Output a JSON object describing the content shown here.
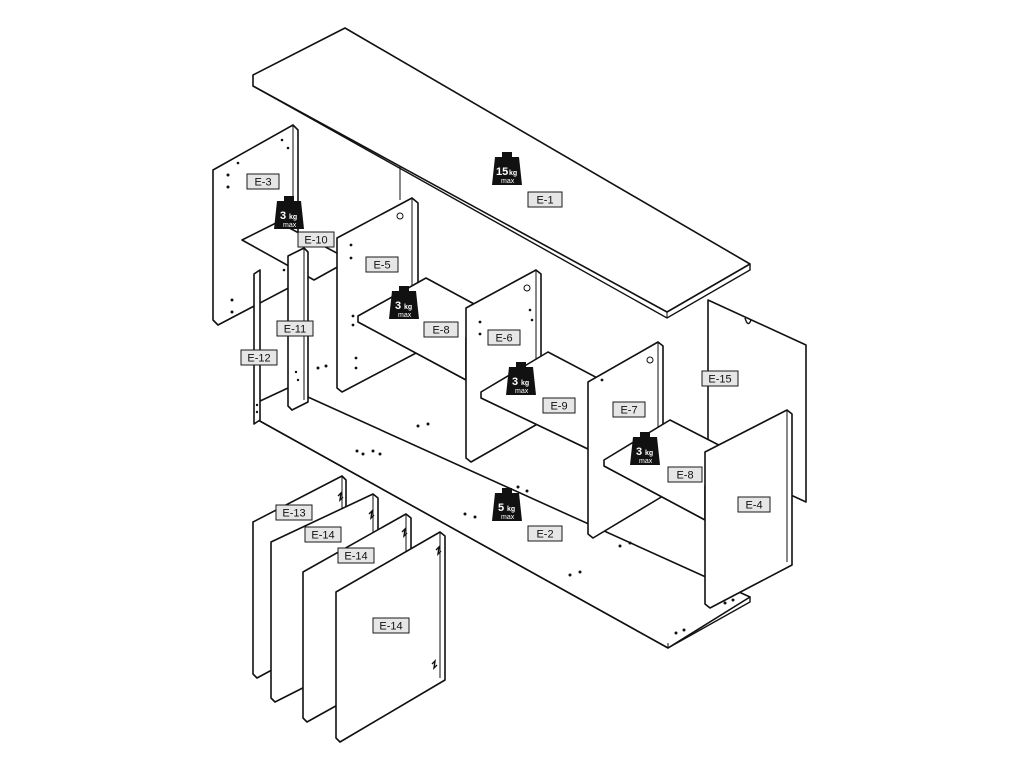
{
  "parts": {
    "e1": "E-1",
    "e2": "E-2",
    "e3": "E-3",
    "e4": "E-4",
    "e5": "E-5",
    "e6": "E-6",
    "e7": "E-7",
    "e8a": "E-8",
    "e8b": "E-8",
    "e9": "E-9",
    "e10": "E-10",
    "e11": "E-11",
    "e12": "E-12",
    "e13": "E-13",
    "e14a": "E-14",
    "e14b": "E-14",
    "e14c": "E-14",
    "e15": "E-15"
  },
  "weights": {
    "top": {
      "value": "15",
      "unit": "kg",
      "max": "max"
    },
    "bottom": {
      "value": "5",
      "unit": "kg",
      "max": "max"
    },
    "shelf_left": {
      "value": "3",
      "unit": "kg",
      "max": "max"
    },
    "shelf_middle_left": {
      "value": "3",
      "unit": "kg",
      "max": "max"
    },
    "shelf_middle_right": {
      "value": "3",
      "unit": "kg",
      "max": "max"
    },
    "shelf_right": {
      "value": "3",
      "unit": "kg",
      "max": "max"
    }
  }
}
